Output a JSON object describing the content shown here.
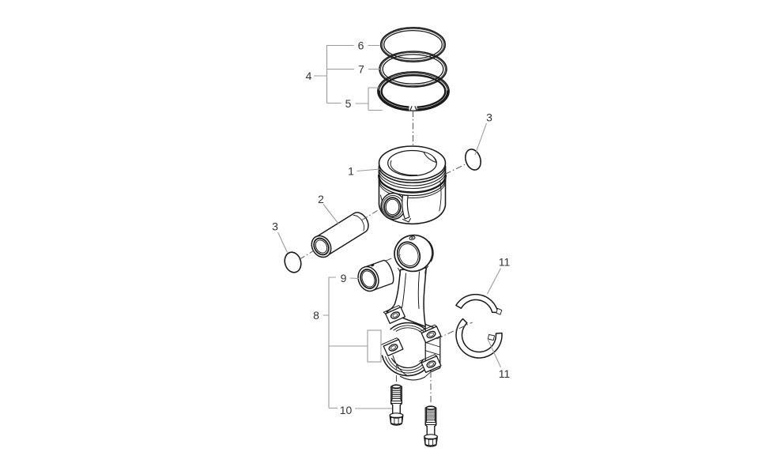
{
  "diagram": {
    "colors": {
      "background": "#ffffff",
      "part_line": "#1a1a1a",
      "leader_line": "#9b9b9b",
      "label_text": "#333333",
      "centerline": "#555555"
    },
    "callouts": {
      "piston": "1",
      "piston_pin": "2",
      "snap_ring_left": "3",
      "snap_ring_right": "3",
      "piston_ring_set": "4",
      "oil_control_ring": "5",
      "top_compression_ring": "6",
      "second_compression_ring": "7",
      "connecting_rod_assembly": "8",
      "small_end_bushing": "9",
      "connecting_rod_bolts": "10",
      "bearing_shell_upper": "11",
      "bearing_shell_lower": "11"
    }
  }
}
